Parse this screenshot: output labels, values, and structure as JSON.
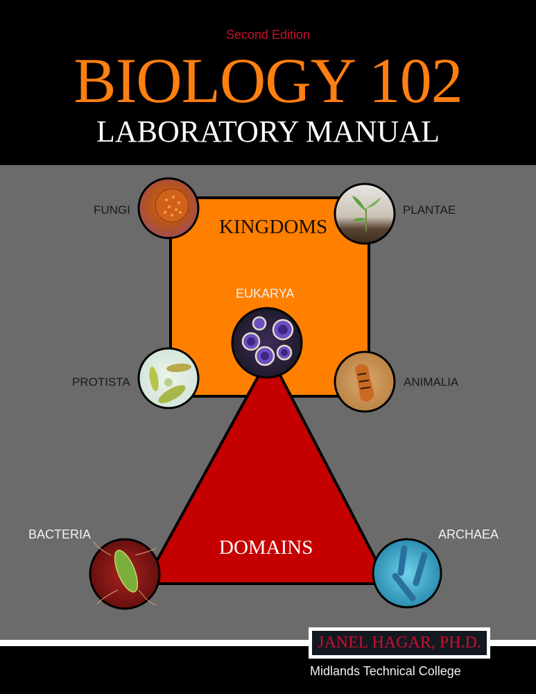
{
  "cover": {
    "edition": "Second Edition",
    "title": "BIOLOGY 102",
    "subtitle": "LABORATORY MANUAL"
  },
  "diagram": {
    "kingdoms_label": "KINGDOMS",
    "domains_label": "DOMAINS",
    "kingdoms": [
      {
        "name": "FUNGI",
        "image": "fungi-spore-image"
      },
      {
        "name": "PLANTAE",
        "image": "seedling-image"
      },
      {
        "name": "PROTISTA",
        "image": "protist-microscope-image"
      },
      {
        "name": "ANIMALIA",
        "image": "tiger-image"
      }
    ],
    "domains": [
      {
        "name": "EUKARYA",
        "image": "eukaryotic-cells-image"
      },
      {
        "name": "BACTERIA",
        "image": "bacterium-image"
      },
      {
        "name": "ARCHAEA",
        "image": "archaea-image"
      }
    ],
    "colors": {
      "kingdoms_square": "#ff7f00",
      "domains_triangle": "#c40000",
      "background": "#6b6b6b"
    }
  },
  "author": {
    "name": "JANEL HAGAR, PH.D.",
    "institution": "Midlands Technical College"
  },
  "colors": {
    "title": "#ff7f11",
    "edition": "#c8102e",
    "author": "#c8102e",
    "header_bg": "#000000"
  }
}
